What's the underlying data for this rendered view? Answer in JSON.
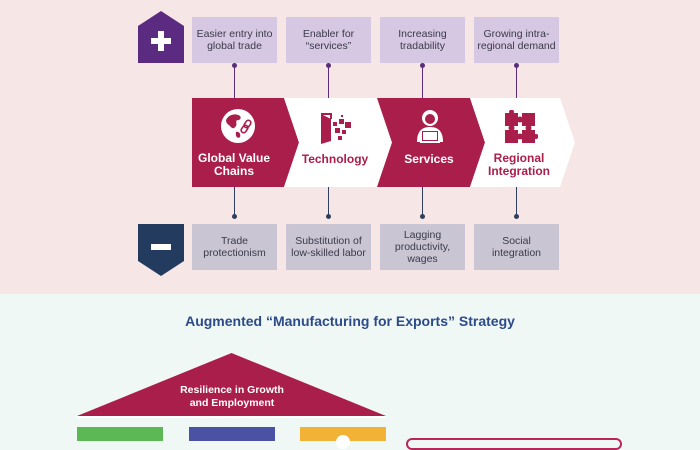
{
  "colors": {
    "top_background": "#f7e6e6",
    "bottom_background": "#f0f8f6",
    "positive_badge": "#5b2b82",
    "negative_badge": "#243b60",
    "positive_box": "#d6c7e2",
    "negative_box": "#c9c5d3",
    "crimson": "#a91e4a",
    "title_blue": "#2c4a8a",
    "pillar_green": "#5bb855",
    "pillar_blue": "#4a53a3",
    "pillar_yellow": "#f2b236"
  },
  "badges": {
    "positive": {
      "icon": "plus-icon",
      "symbol": "+"
    },
    "negative": {
      "icon": "minus-icon",
      "symbol": "−"
    }
  },
  "drivers": [
    {
      "label": "Global Value Chains",
      "icon": "globe-chain-icon",
      "style": "filled",
      "positive": "Easier entry into global trade",
      "negative": "Trade protectionism"
    },
    {
      "label": "Technology",
      "icon": "digital-door-icon",
      "style": "outline",
      "positive": "Enabler for “services”",
      "negative": "Substitution of low-skilled labor"
    },
    {
      "label": "Services",
      "icon": "person-laptop-icon",
      "style": "filled",
      "positive": "Increasing tradability",
      "negative": "Lagging productivity, wages"
    },
    {
      "label": "Regional Integration",
      "icon": "puzzle-icon",
      "style": "outline",
      "positive": "Growing intra-regional demand",
      "negative": "Social integration"
    }
  ],
  "strategy": {
    "title": "Augmented “Manufacturing for Exports” Strategy",
    "roof_label_line1": "Resilience in Growth",
    "roof_label_line2": "and Employment",
    "pillars": [
      {
        "color": "#5bb855"
      },
      {
        "color": "#4a53a3"
      },
      {
        "color": "#f2b236"
      }
    ]
  }
}
